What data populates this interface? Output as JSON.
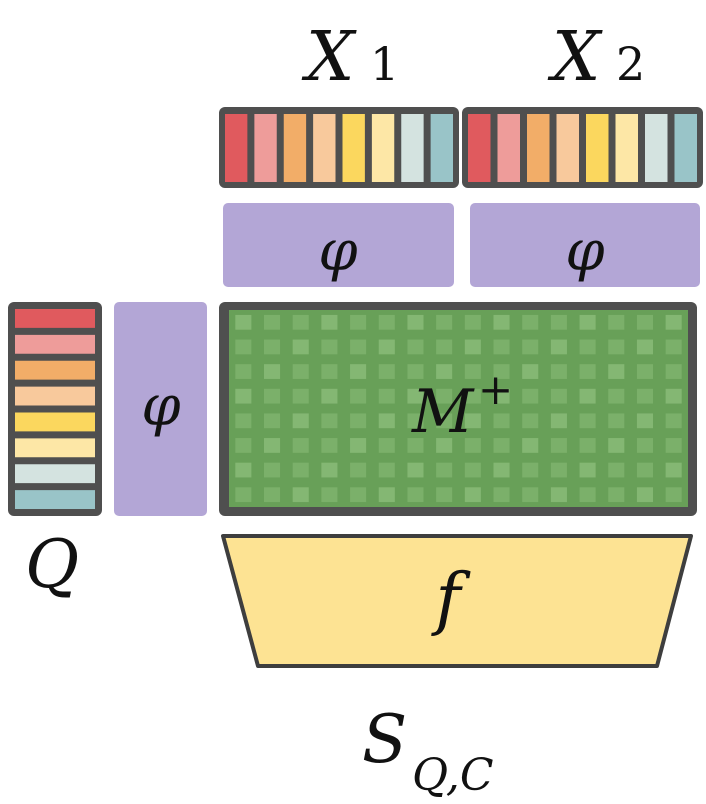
{
  "labels": {
    "x1_var": "X",
    "x1_sub": "1",
    "x2_var": "X",
    "x2_sub": "2",
    "phi_top_left": "φ",
    "phi_top_right": "φ",
    "phi_left": "φ",
    "matrix_var": "M",
    "matrix_sup": "+",
    "query": "Q",
    "f": "f",
    "score_var": "S",
    "score_sub": "Q,C"
  },
  "colors": {
    "stripes": [
      "#e05a5e",
      "#ee9c9a",
      "#f2ad68",
      "#f8c99c",
      "#fbd75e",
      "#fde7a6",
      "#d4e3e0",
      "#99c4c8"
    ],
    "frame": "#4f4f4f",
    "phi": "#b3a6d6",
    "matrix_bg": "#68a058",
    "matrix_cell": "#8dbf7c",
    "f_fill": "#fde393",
    "f_stroke": "#3e3e3e"
  }
}
